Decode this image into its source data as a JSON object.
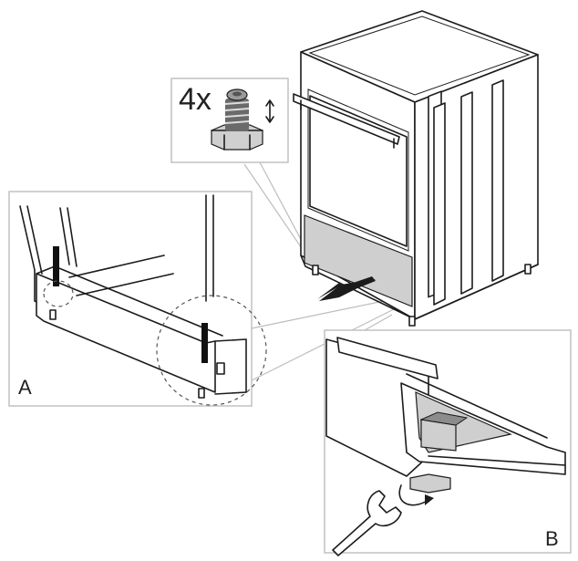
{
  "figure": {
    "quantity_label": "4x",
    "panel_a_label": "A",
    "panel_b_label": "B"
  },
  "icons": [
    "leveling-foot-icon",
    "adjust-arrow-icon",
    "pull-direction-arrow-icon",
    "wrench-icon",
    "rotate-arrow-icon"
  ]
}
